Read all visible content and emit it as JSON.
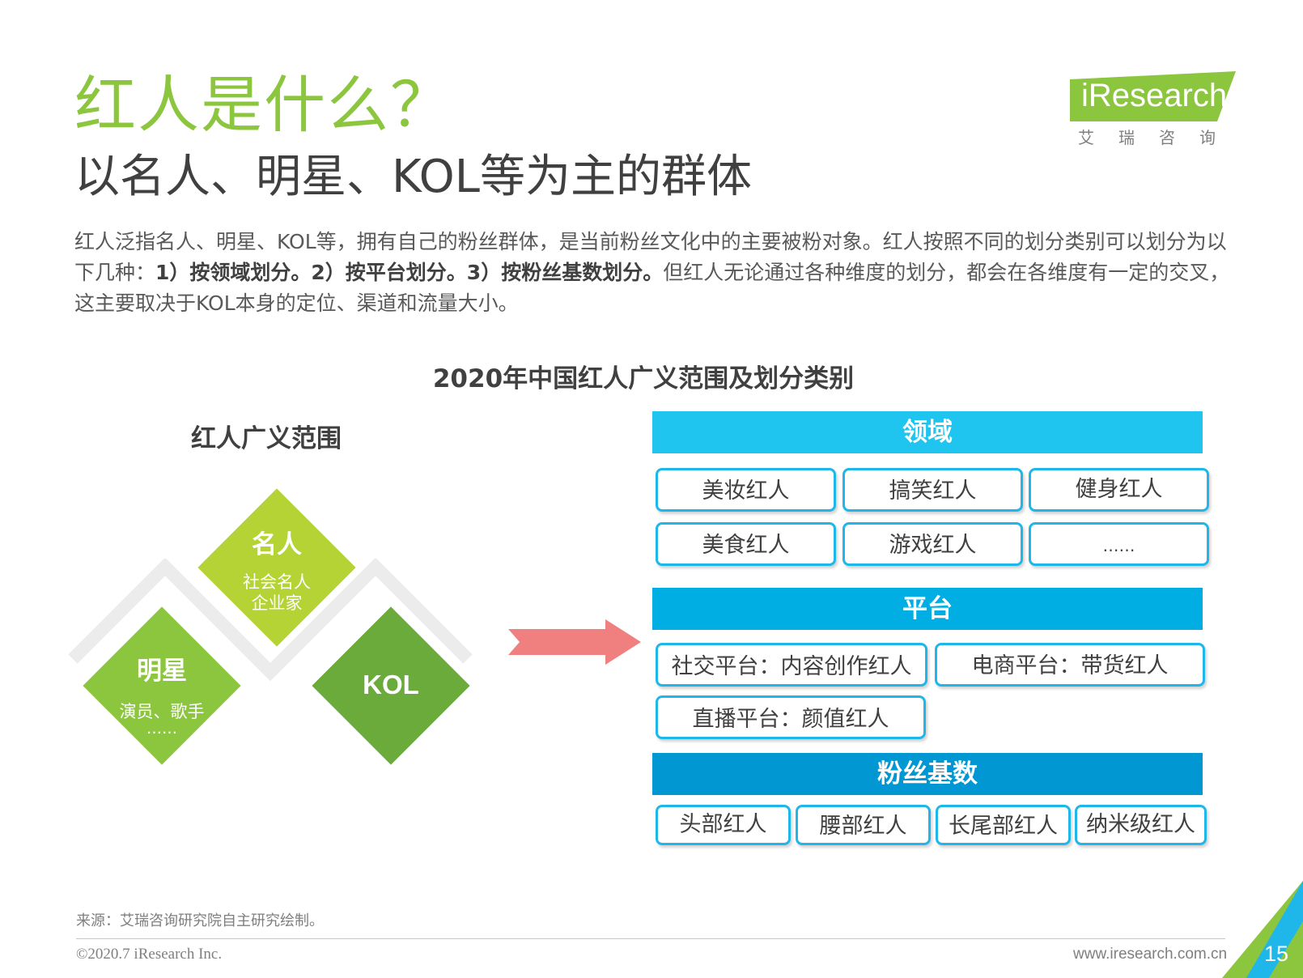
{
  "header": {
    "title": "红人是什么？",
    "subtitle": "以名人、明星、KOL等为主的群体"
  },
  "intro": {
    "part1": "红人泛指名人、明星、KOL等，拥有自己的粉丝群体，是当前粉丝文化中的主要被粉对象。红人按照不同的划分类别可以划分为以下几种：",
    "bold": "1）按领域划分。2）按平台划分。3）按粉丝基数划分。",
    "part2": "但红人无论通过各种维度的划分，都会在各维度有一定的交叉，这主要取决于KOL本身的定位、渠道和流量大小。"
  },
  "logo": {
    "text": "iResearch",
    "sub": "艾瑞咨询",
    "colors": {
      "band": "#8cc63f"
    }
  },
  "chart_title": "2020年中国红人广义范围及划分类别",
  "left_panel": {
    "title": "红人广义范围",
    "diamonds": [
      {
        "title": "名人",
        "lines": [
          "社会名人",
          "企业家"
        ],
        "color": "#b5d334"
      },
      {
        "title": "明星",
        "lines": [
          "演员、歌手",
          "……"
        ],
        "color": "#8cc63f"
      },
      {
        "title": "KOL",
        "lines": [],
        "color": "#6aab3c"
      }
    ]
  },
  "right_panel": {
    "sections": [
      {
        "header": "领域",
        "color": "#1fc4ef",
        "items": [
          "美妆红人",
          "搞笑红人",
          "健身红人",
          "美食红人",
          "游戏红人",
          "……"
        ]
      },
      {
        "header": "平台",
        "color": "#00aee4",
        "items": [
          "社交平台：内容创作红人",
          "电商平台：带货红人",
          "直播平台：颜值红人"
        ]
      },
      {
        "header": "粉丝基数",
        "color": "#0097d3",
        "items": [
          "头部红人",
          "腰部红人",
          "长尾部红人",
          "纳米级红人"
        ]
      }
    ]
  },
  "footer": {
    "source": "来源：艾瑞咨询研究院自主研究绘制。",
    "copyright": "©2020.7 iResearch Inc.",
    "website": "www.iresearch.com.cn",
    "page_number": "15"
  },
  "colors": {
    "title_green": "#8cc63f",
    "arrow": "#f08080",
    "box_border": "#1fb7e9"
  }
}
